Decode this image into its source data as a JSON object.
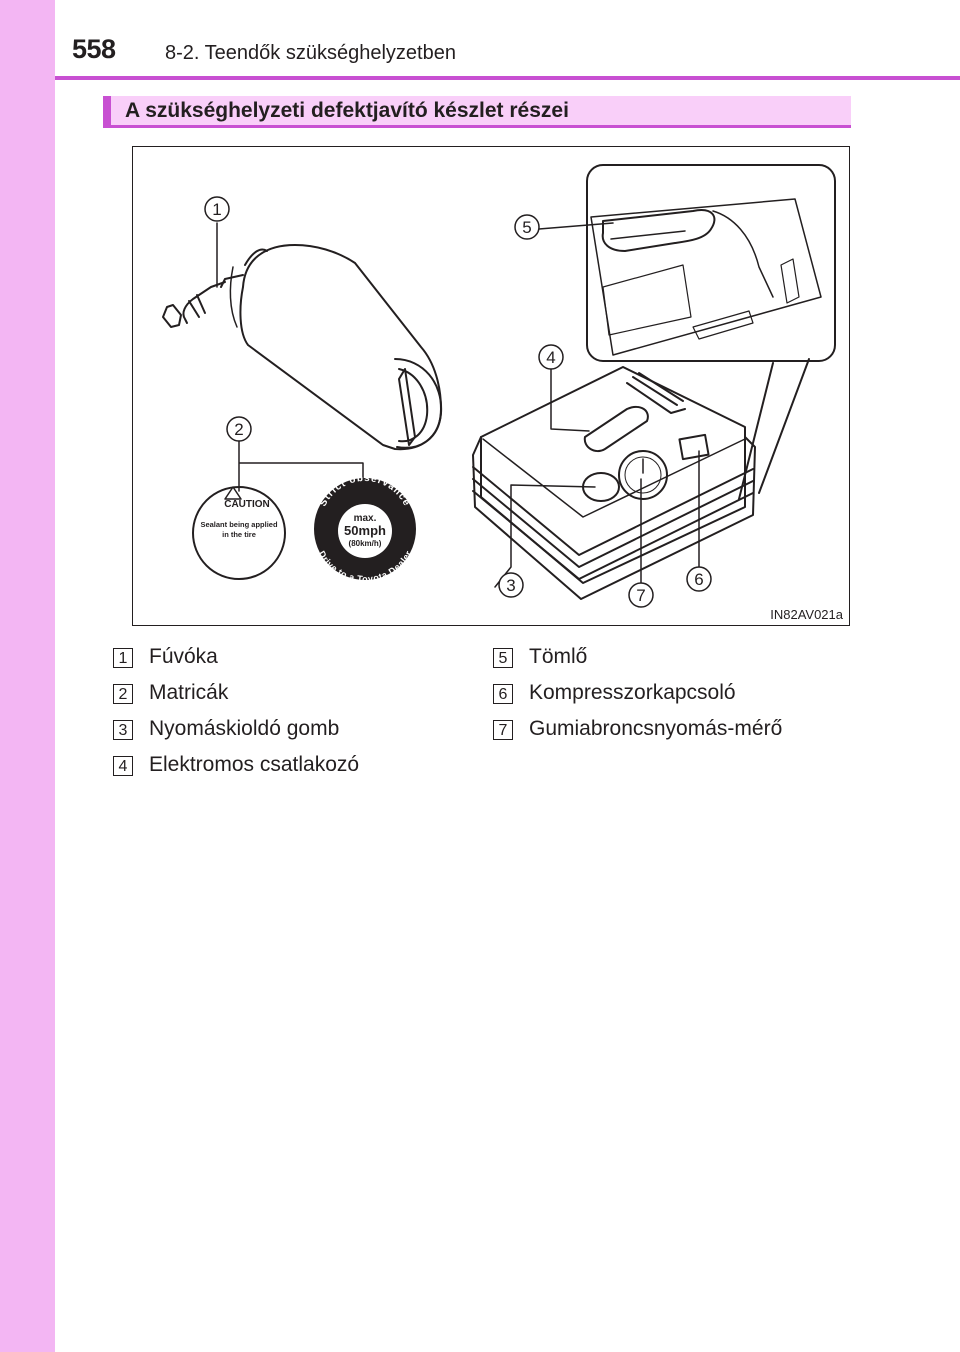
{
  "header": {
    "page_number": "558",
    "section_title": "8-2. Teendők szükséghelyzetben",
    "accent_color": "#c850d2",
    "band_color": "#f3b6f3"
  },
  "sub_heading": "A szükséghelyzeti defektjavító készlet részei",
  "figure": {
    "code": "IN82AV021a",
    "callouts": [
      "1",
      "2",
      "3",
      "4",
      "5",
      "6",
      "7"
    ],
    "sticker_caution": {
      "title": "CAUTION",
      "line1": "Sealant being applied",
      "line2": "in the tire"
    },
    "sticker_speed": {
      "top_arc": "Strict observance",
      "bottom_arc": "Drive to a Toyota Dealer",
      "max": "max.",
      "speed": "50mph",
      "kmh": "(80km/h)"
    }
  },
  "legend": {
    "left": [
      {
        "num": "1",
        "label": "Fúvóka"
      },
      {
        "num": "2",
        "label": "Matricák"
      },
      {
        "num": "3",
        "label": "Nyomáskioldó gomb"
      },
      {
        "num": "4",
        "label": "Elektromos csatlakozó"
      }
    ],
    "right": [
      {
        "num": "5",
        "label": "Tömlő"
      },
      {
        "num": "6",
        "label": "Kompresszorkapcsoló"
      },
      {
        "num": "7",
        "label": "Gumiabroncsnyomás-mérő"
      }
    ]
  }
}
